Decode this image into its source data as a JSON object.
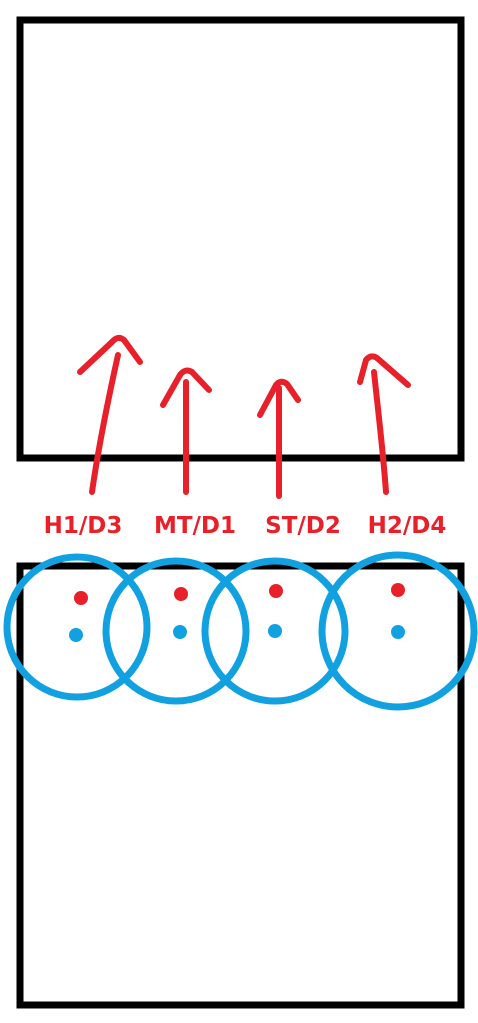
{
  "colors": {
    "outline": "#000000",
    "arrow": "#e8202a",
    "circle": "#12a1e0",
    "dot_red": "#e8202a",
    "dot_blue": "#12a1e0",
    "background": "#ffffff"
  },
  "positions": [
    {
      "label": "H1/D3"
    },
    {
      "label": "MT/D1"
    },
    {
      "label": "ST/D2"
    },
    {
      "label": "H2/D4"
    }
  ]
}
